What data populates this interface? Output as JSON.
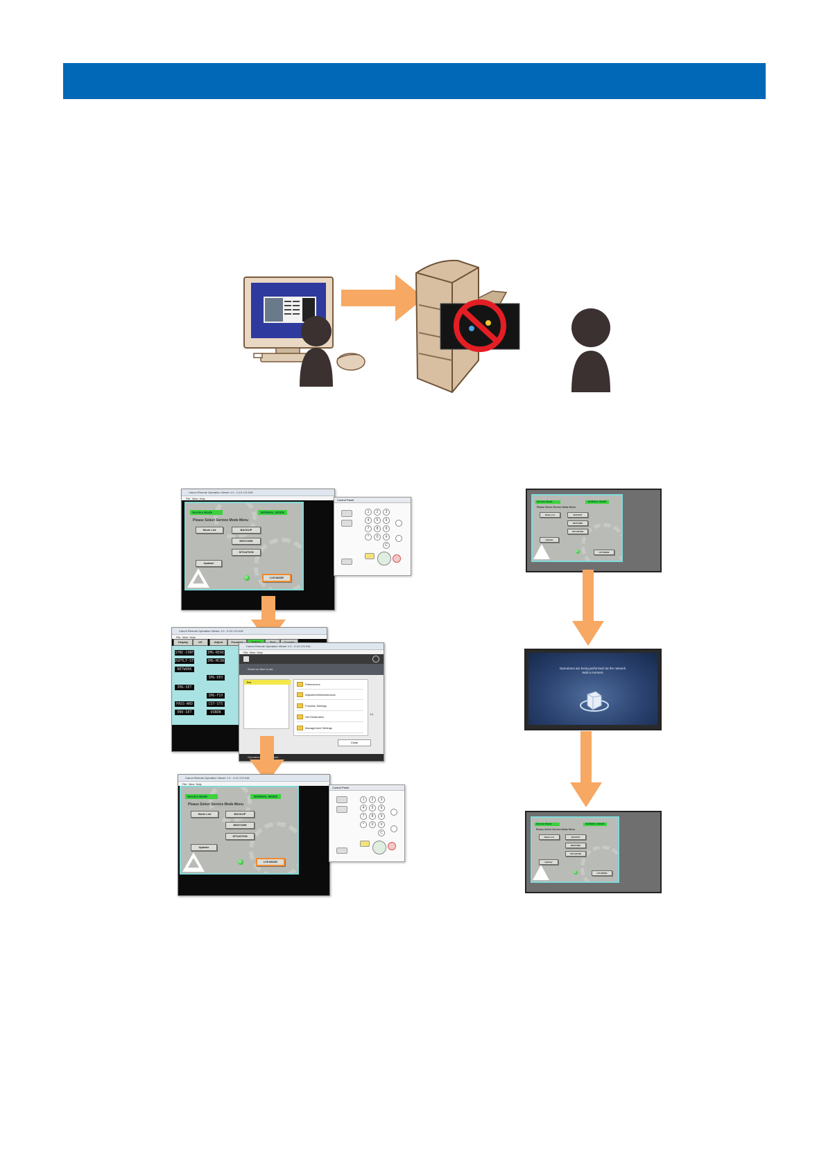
{
  "header_bar": {
    "color": "#0068b7"
  },
  "accent": {
    "arrow": "#f7a863",
    "highlight": "#f08a2e",
    "led": "#3cd23c",
    "prohibit": "#e31e24"
  },
  "icons": [
    "monitor-icon",
    "person-icon",
    "mouse-icon",
    "arrow-right-icon",
    "multifunction-printer-icon",
    "prohibited-sign-icon",
    "arrow-down-icon"
  ],
  "remote_ui": {
    "window_title": "Canon Remote Operation Viewer 1.0 - 0.10.174.016",
    "menu": [
      "File",
      "View",
      "Help"
    ],
    "service_mode": {
      "title": "Service Mode",
      "mode_badge": "NORMAL MODE",
      "prompt": "Please Select Service Mode Menu",
      "buttons": {
        "mode_list": "Mode List",
        "backup": "BACKUP",
        "restore": "RESTORE",
        "situation": "SITUATION",
        "updater": "Updater",
        "lv_mode": "LV5 MODE"
      }
    },
    "control_panel_title": "Control Panel",
    "keypad": [
      "1",
      "2",
      "3",
      "4",
      "5",
      "6",
      "7",
      "8",
      "9",
      "*",
      "0",
      "#",
      "C"
    ],
    "step2": {
      "tabs": [
        "Display",
        "I/O",
        "Adjust",
        "Function",
        "Option",
        "Test",
        "Counter"
      ],
      "items_left": [
        "SYNC-CONT",
        "DSPTLT-STS",
        "NETWORK",
        "",
        "IMG-SET",
        "PASS-WRD",
        "ENV-SET"
      ],
      "items_right": [
        "IMG-READ",
        "IMG-MCON",
        "",
        "IMG-DEV",
        "IMG-FIX",
        "CST-STS",
        "USBDB"
      ],
      "dialog_prompt": "Select an item to set.",
      "list_item": "Test",
      "folders": [
        "Preferences",
        "Adjustment/Maintenance",
        "Function Settings",
        "Set Destination",
        "Management Settings"
      ],
      "page": "1/1",
      "close": "Close",
      "status": "Operations is being used..."
    }
  },
  "device_panel": {
    "wait_message_line1": "Operations are being performed via the network.",
    "wait_message_line2": "Wait a moment."
  }
}
